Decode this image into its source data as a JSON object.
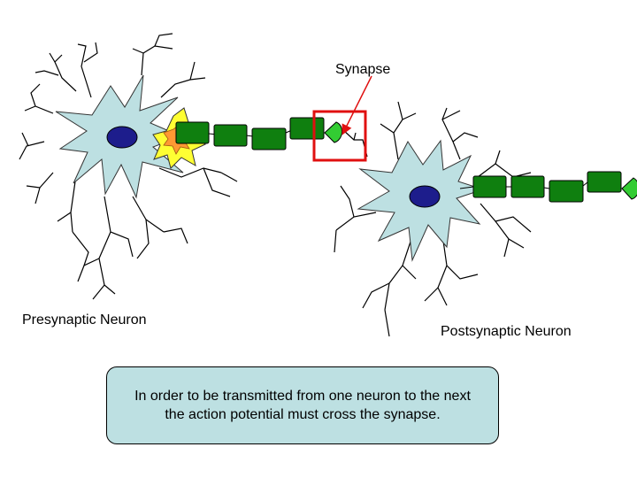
{
  "labels": {
    "synapse": "Synapse",
    "presynaptic": "Presynaptic Neuron",
    "postsynaptic": "Postsynaptic Neuron"
  },
  "caption": {
    "line1": "In order to be transmitted from one neuron to the next",
    "line2": "the action potential must cross the synapse."
  },
  "colors": {
    "cell_body": "#bde0e2",
    "nucleus": "#1d1d8c",
    "myelin": "#0f7f0f",
    "terminal": "#33cc33",
    "highlight_box": "#e01010",
    "spark_outer": "#ffff33",
    "spark_inner": "#ff9933",
    "caption_bg": "#bde0e2"
  }
}
